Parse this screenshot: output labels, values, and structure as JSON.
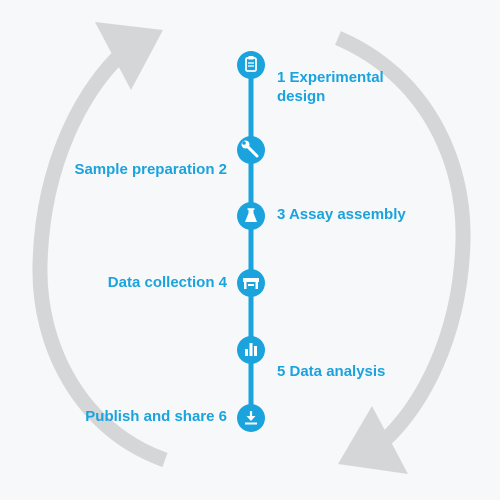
{
  "colors": {
    "accent": "#1aa3dd",
    "cycle_arrow": "#d5d6d8",
    "background": "#f7f8fa",
    "icon_fg": "#ffffff"
  },
  "steps": [
    {
      "label_line1": "1 Experimental",
      "label_line2": "design",
      "icon": "clipboard-icon",
      "side": "right"
    },
    {
      "label_line1": "Sample preparation 2",
      "label_line2": "",
      "icon": "wrench-icon",
      "side": "left"
    },
    {
      "label_line1": "3 Assay assembly",
      "label_line2": "",
      "icon": "flask-icon",
      "side": "right"
    },
    {
      "label_line1": "Data collection 4",
      "label_line2": "",
      "icon": "instrument-icon",
      "side": "left"
    },
    {
      "label_line1": "5 Data analysis",
      "label_line2": "",
      "icon": "bar-chart-icon",
      "side": "right"
    },
    {
      "label_line1": "Publish and share 6",
      "label_line2": "",
      "icon": "download-icon",
      "side": "left"
    }
  ]
}
